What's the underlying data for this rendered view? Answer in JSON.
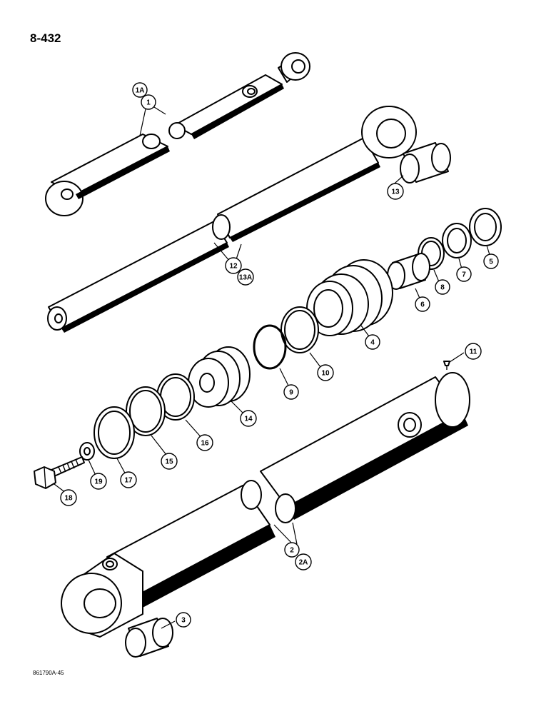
{
  "page": {
    "page_number": "8-432",
    "drawing_code": "861790A-45"
  },
  "callouts": [
    {
      "id": "c1A",
      "label": "1A"
    },
    {
      "id": "c1",
      "label": "1"
    },
    {
      "id": "c13",
      "label": "13"
    },
    {
      "id": "c12",
      "label": "12"
    },
    {
      "id": "c13A",
      "label": "13A"
    },
    {
      "id": "c5",
      "label": "5"
    },
    {
      "id": "c7",
      "label": "7"
    },
    {
      "id": "c8",
      "label": "8"
    },
    {
      "id": "c6",
      "label": "6"
    },
    {
      "id": "c4",
      "label": "4"
    },
    {
      "id": "c10",
      "label": "10"
    },
    {
      "id": "c9",
      "label": "9"
    },
    {
      "id": "c11",
      "label": "11"
    },
    {
      "id": "c14",
      "label": "14"
    },
    {
      "id": "c16",
      "label": "16"
    },
    {
      "id": "c15",
      "label": "15"
    },
    {
      "id": "c17",
      "label": "17"
    },
    {
      "id": "c19",
      "label": "19"
    },
    {
      "id": "c18",
      "label": "18"
    },
    {
      "id": "c2",
      "label": "2"
    },
    {
      "id": "c2A",
      "label": "2A"
    },
    {
      "id": "c3",
      "label": "3"
    }
  ]
}
